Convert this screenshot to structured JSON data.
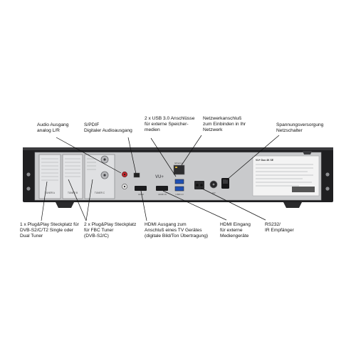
{
  "callouts": [
    {
      "id": "audio",
      "text": "Audio Ausgang\nanalog L/R"
    },
    {
      "id": "spdif",
      "text": "S/PDIF\nDigitaler Audioausgang"
    },
    {
      "id": "usb3",
      "text": "2 x USB 3.0 Anschlüsse\nfür externe Speicher-\nmedien"
    },
    {
      "id": "network",
      "text": "Netzwerkanschluß\nzum Einbinden in Ihr\nNetzwerk"
    },
    {
      "id": "power",
      "text": "Spannungsversorgung\nNetzschalter"
    },
    {
      "id": "tuner1",
      "text": "1 x Plug&Play Steckplatz für\nDVB-S2/C/T2 Single oder\nDual Tuner"
    },
    {
      "id": "tuner2",
      "text": "2 x Plug&Play Steckplatz\nfür FBC Tuner\n(DVB-S2/C)"
    },
    {
      "id": "hdmi_out",
      "text": "HDMI Ausgang zum\nAnschluß eines TV Gerätes\n(digitale Bild/Ton Übertragung)"
    },
    {
      "id": "hdmi_in",
      "text": "HDMI Eingang\nfür externe\nMediengeräte"
    },
    {
      "id": "rs232",
      "text": "RS232/\nIR Empfänger"
    }
  ],
  "device": {
    "brand": "VU+",
    "panel_color": "#c9cacc",
    "body_color": "#1c1c1e",
    "port_labels": {
      "tuner_a": "TUNER A",
      "tuner_b": "TUNER B",
      "tuner_c": "TUNER C",
      "ethernet": "Ethernet",
      "hdmi": "HDMI",
      "hdmi_in": "HDMI IN",
      "usb": "USB 3.0",
      "power": "12V",
      "model": "VU+ Duo 4K SE"
    }
  }
}
